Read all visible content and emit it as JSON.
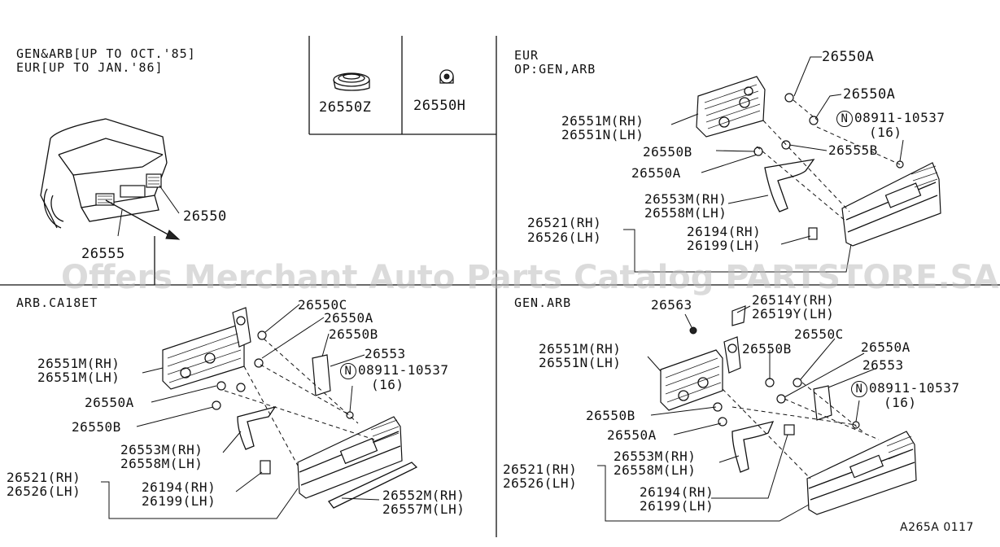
{
  "watermark": "Offers Merchant Auto Parts Catalog PARTSTORE.SA",
  "figure_code": "A265A 0117",
  "panel_top_left": {
    "header_line1": "GEN&ARB[UP TO OCT.'85]",
    "header_line2": "EUR[UP TO JAN.'86]",
    "labels": {
      "p26550": "26550",
      "p26555": "26555"
    }
  },
  "panel_top_middle": {
    "labels": {
      "p26550Z": "26550Z",
      "p26550H": "26550H"
    }
  },
  "panel_top_right": {
    "header_line1": "EUR",
    "header_line2": "OP:GEN,ARB",
    "labels": {
      "p26550A_top": "26550A",
      "p26550A_mid": "26550A",
      "p26551M": "26551M(RH)",
      "p26551N": "26551N(LH)",
      "bolt_code": "08911-10537",
      "bolt_qty": "(16)",
      "p26550B": "26550B",
      "p26555B": "26555B",
      "p26550A_low": "26550A",
      "p26553M": "26553M(RH)",
      "p26558M": "26558M(LH)",
      "p26521": "26521(RH)",
      "p26526": "26526(LH)",
      "p26194": "26194(RH)",
      "p26199": "26199(LH)"
    }
  },
  "panel_bottom_left": {
    "header": "ARB.CA18ET",
    "labels": {
      "p26550C": "26550C",
      "p26550A_top": "26550A",
      "p26550B_top": "26550B",
      "p26553": "26553",
      "p26551M_rh": "26551M(RH)",
      "p26551M_lh": "26551M(LH)",
      "bolt_code": "08911-10537",
      "bolt_qty": "(16)",
      "p26550A": "26550A",
      "p26550B": "26550B",
      "p26553M": "26553M(RH)",
      "p26558M": "26558M(LH)",
      "p26521": "26521(RH)",
      "p26526": "26526(LH)",
      "p26194": "26194(RH)",
      "p26199": "26199(LH)",
      "p26552M": "26552M(RH)",
      "p26557M": "26557M(LH)"
    }
  },
  "panel_bottom_right": {
    "header": "GEN.ARB",
    "labels": {
      "p26563": "26563",
      "p26514Y": "26514Y(RH)",
      "p26519Y": "26519Y(LH)",
      "p26550C": "26550C",
      "p26550B_top": "26550B",
      "p26550A_top": "26550A",
      "p26551M": "26551M(RH)",
      "p26551N": "26551N(LH)",
      "p26553": "26553",
      "bolt_code": "08911-10537",
      "bolt_qty": "(16)",
      "p26550B": "26550B",
      "p26550A": "26550A",
      "p26553M": "26553M(RH)",
      "p26558M": "26558M(LH)",
      "p26521": "26521(RH)",
      "p26526": "26526(LH)",
      "p26194": "26194(RH)",
      "p26199": "26199(LH)"
    }
  },
  "bolt_symbol": "N"
}
